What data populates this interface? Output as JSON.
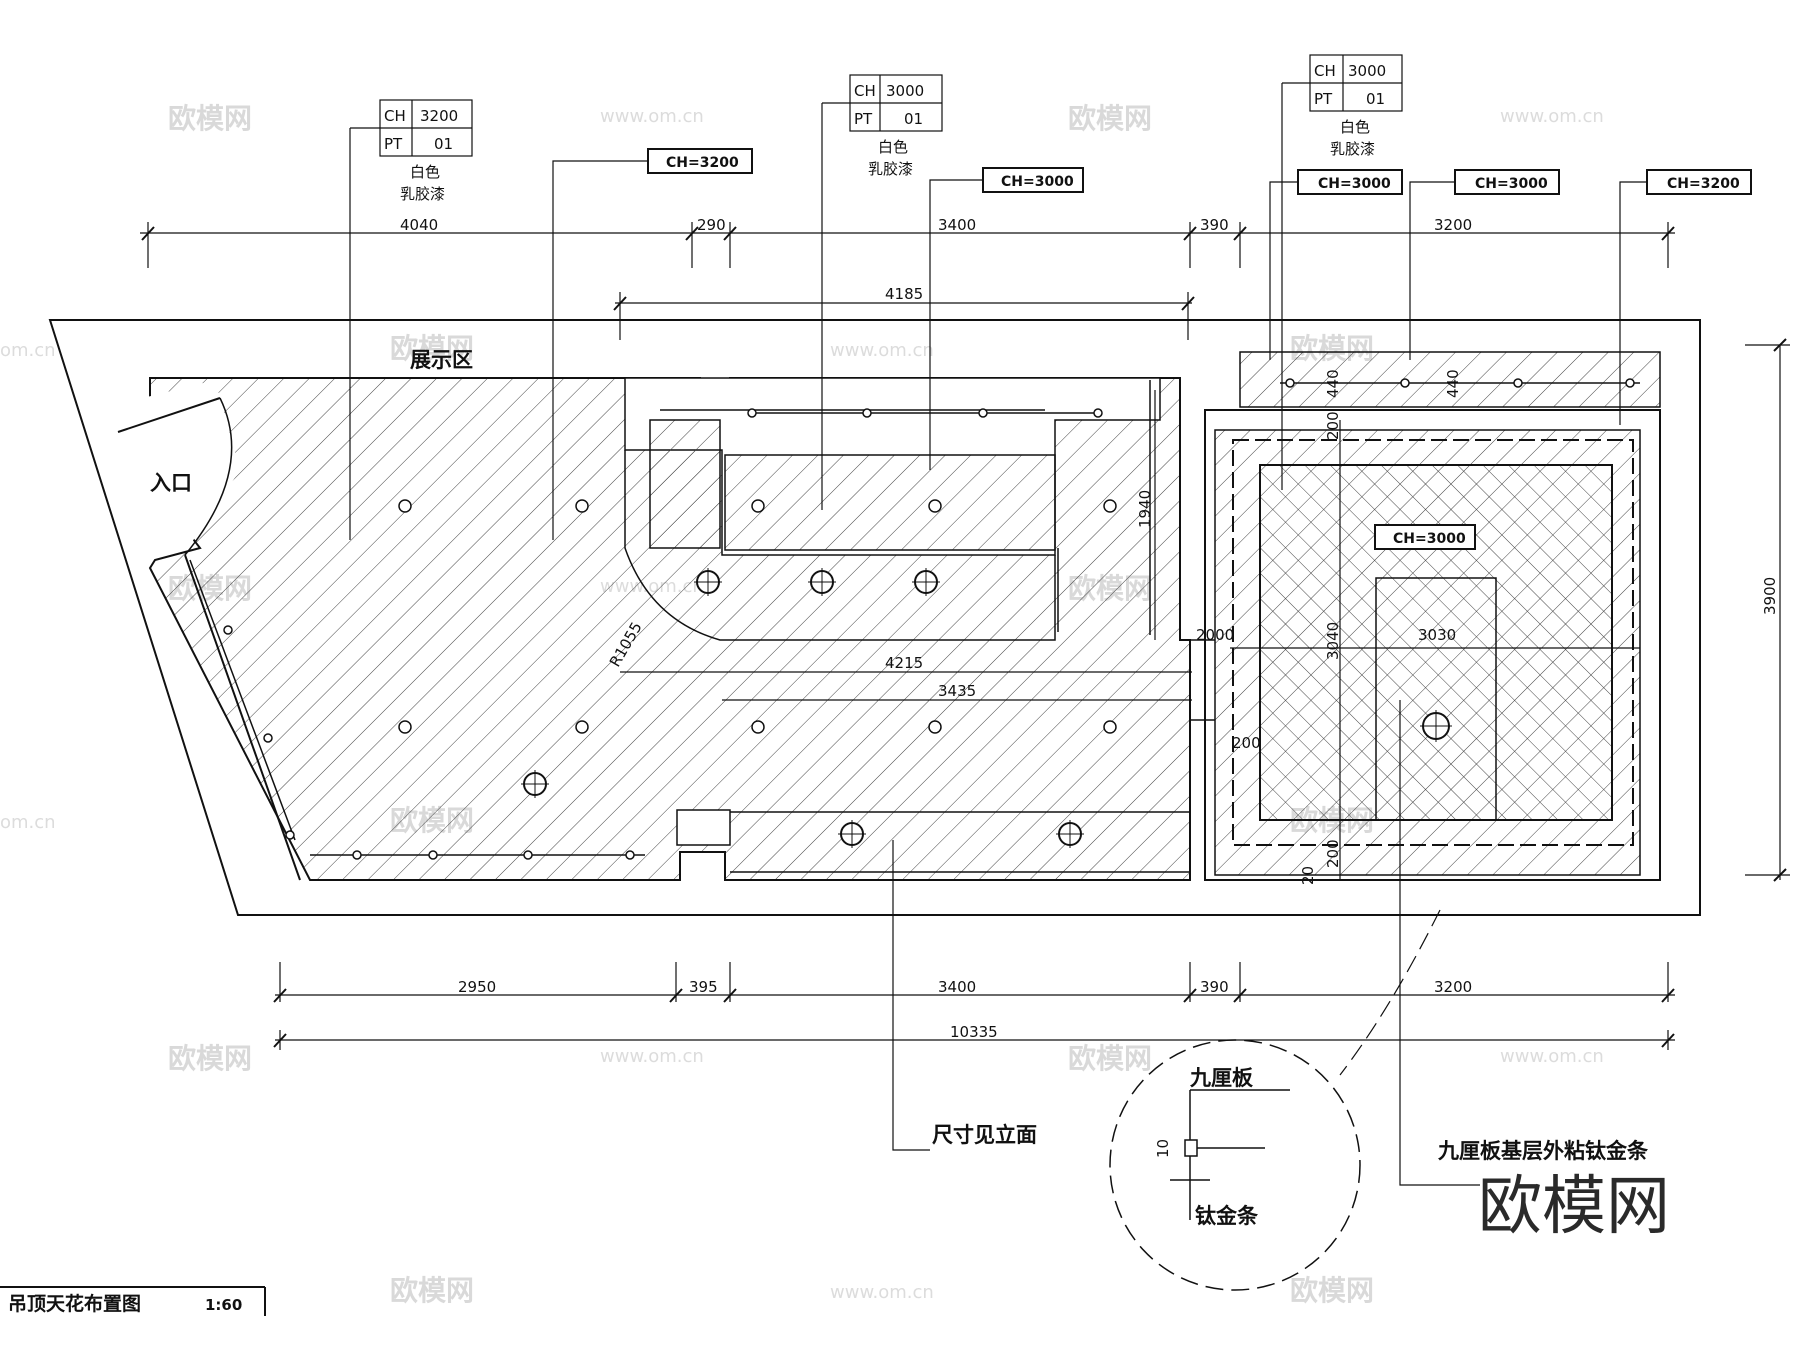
{
  "labels": {
    "display_area": "展示区",
    "entrance": "入口",
    "dims_see_elevation": "尺寸见立面",
    "nine_ply": "九厘板",
    "titanium_strip": "钛金条",
    "nine_ply_titanium": "九厘板基层外粘钛金条"
  },
  "tags": [
    {
      "ch_key": "CH",
      "ch_val": "3200",
      "pt_key": "PT",
      "pt_val": "01",
      "color": "白色",
      "finish": "乳胶漆"
    },
    {
      "ch_key": "CH",
      "ch_val": "3000",
      "pt_key": "PT",
      "pt_val": "01",
      "color": "白色",
      "finish": "乳胶漆"
    },
    {
      "ch_key": "CH",
      "ch_val": "3000",
      "pt_key": "PT",
      "pt_val": "01",
      "color": "白色",
      "finish": "乳胶漆"
    }
  ],
  "ch_boxes": [
    "CH=3200",
    "CH=3000",
    "CH=3000",
    "CH=3000",
    "CH=3200",
    "CH=3000"
  ],
  "dimensions": {
    "top": [
      "4040",
      "290",
      "3400",
      "390",
      "3200"
    ],
    "top_inner": "4185",
    "bottom": [
      "2950",
      "395",
      "3400",
      "390",
      "3200"
    ],
    "bottom_total": "10335",
    "right": "3900",
    "inner_4215": "4215",
    "inner_3435": "3435",
    "v1940": "1940",
    "r1055": "R1055",
    "d2000": "2000",
    "v3040": "3040",
    "h3030": "3030",
    "d200a": "200",
    "d200b": "200",
    "d200c": "200",
    "d440a": "440",
    "d440b": "440",
    "d20": "20",
    "d10": "10"
  },
  "title_block": {
    "title": "吊顶天花布置图",
    "scale": "1:60"
  },
  "watermark": {
    "logo": "欧模网",
    "url": "www.om.cn",
    "url_short": "om.cn"
  }
}
